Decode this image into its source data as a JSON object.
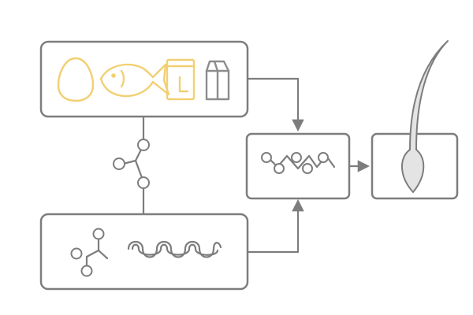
{
  "colors": {
    "outline": "#7d7d7d",
    "food_accent": "#f2cf72",
    "hair_fill": "#e4e4e4"
  },
  "diagram": {
    "nodes": [
      {
        "id": "food-sources",
        "icons": [
          "egg-icon",
          "fish-icon",
          "food-bag-icon",
          "milk-carton-icon"
        ]
      },
      {
        "id": "amino-acids",
        "icons": [
          "molecule-icon",
          "amino-acid-chain-icon"
        ]
      },
      {
        "id": "peptide",
        "icons": [
          "peptide-chain-icon"
        ]
      },
      {
        "id": "hair",
        "icons": [
          "hair-strand-icon"
        ]
      }
    ],
    "edges": [
      {
        "from": "food-sources",
        "to": "peptide"
      },
      {
        "from": "amino-acids",
        "to": "peptide"
      },
      {
        "from": "peptide",
        "to": "hair"
      },
      {
        "from": "food-sources",
        "to": "amino-acids"
      }
    ]
  }
}
